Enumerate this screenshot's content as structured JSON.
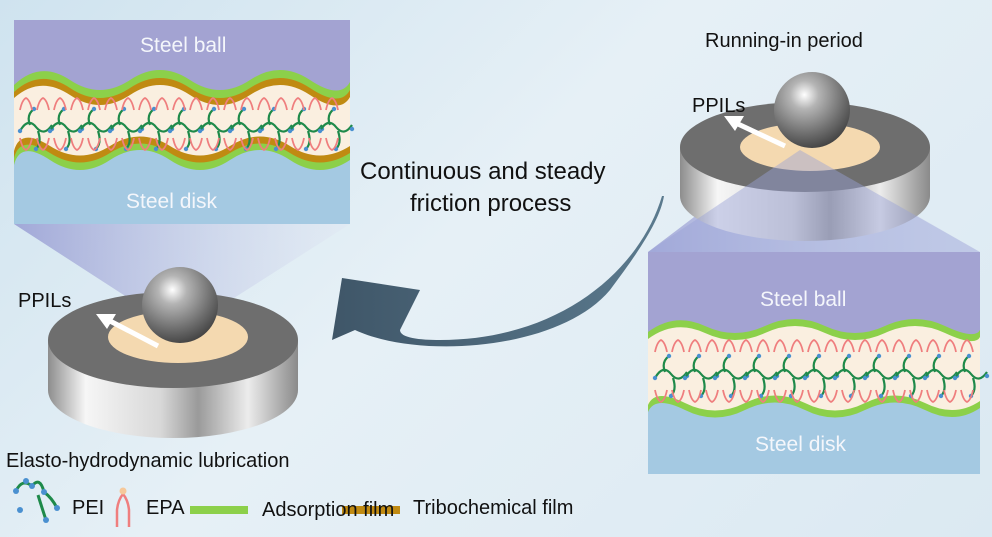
{
  "figure": {
    "top_left_panel": {
      "top_label": "Steel ball",
      "bottom_label": "Steel disk"
    },
    "bottom_right_panel": {
      "top_label": "Steel ball",
      "bottom_label": "Steel disk"
    },
    "right_scene": {
      "title": "Running-in period",
      "arrow_label": "PPILs"
    },
    "left_scene": {
      "arrow_label": "PPILs",
      "caption": "Elasto-hydrodynamic lubrication"
    },
    "process_label_line1": "Continuous and steady",
    "process_label_line2": "friction process",
    "legend": [
      {
        "icon": "pei-molecule-icon",
        "label": "PEI"
      },
      {
        "icon": "epa-molecule-icon",
        "label": "EPA"
      },
      {
        "icon": "adsorption-film-swatch",
        "label": "Adsorption film",
        "color": "#8cd04a"
      },
      {
        "icon": "tribochemical-film-swatch",
        "label": "Tribochemical film",
        "color": "#c08a12"
      }
    ],
    "colors": {
      "steel_ball_region": "#a3a3d2",
      "steel_disk_region": "#a4c9e2",
      "lubricant_region": "#faefe0",
      "adsorption_film": "#8cd04a",
      "tribochemical_film": "#c08a12",
      "pei_chain": "#1e8a4a",
      "pei_node": "#4a90d0",
      "epa": "#ef7e7e",
      "arrow": "#4a6272"
    }
  }
}
